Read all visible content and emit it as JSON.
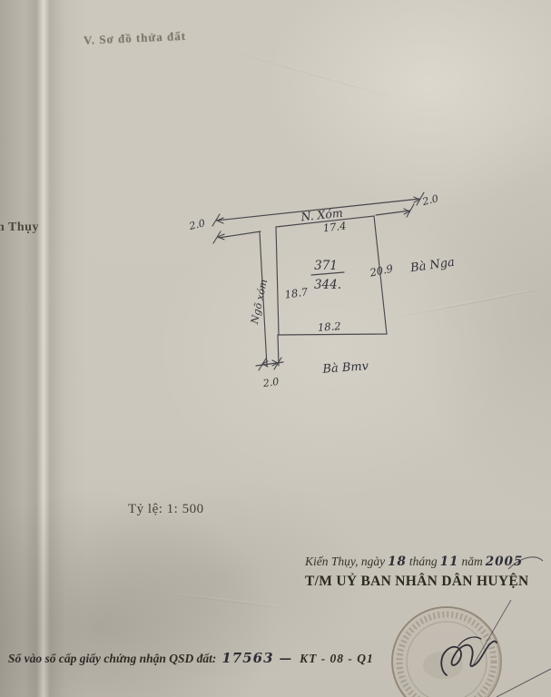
{
  "document": {
    "section_heading": "V. Sơ đồ thửa đất",
    "left_edge_text": "n Thụy",
    "scale_label": "Tỷ lệ: 1: 500",
    "signature_block": {
      "place_date": {
        "prefix": "Kiến Thụy, ngày",
        "day": "18",
        "month_label": "tháng",
        "month": "11",
        "year_label": "năm",
        "year": "2005"
      },
      "authority": "T/M UỶ BAN NHÂN DÂN HUYỆN"
    },
    "footer": {
      "prefix": "Sổ vào sổ cấp giấy chứng nhận QSD đất:",
      "book_number": "17563",
      "separator": "—",
      "code": "KT - 08 - Q1"
    }
  },
  "diagram": {
    "labels": {
      "road_name": "N. Xóm",
      "alley_name": "Ngõ xóm",
      "north_length": "17.4",
      "west_length": "18.7",
      "south_length": "18.2",
      "east_length": "20.9",
      "road_width_left": "2.0",
      "road_width_right": "2.0",
      "alley_width": "2.0",
      "parcel_number": "371",
      "parcel_area": "344.",
      "neighbor_east": "Bà Nga",
      "neighbor_south": "Bà Bmv"
    }
  },
  "colors": {
    "paper": "#ccc7bd",
    "ink": "#3a3940",
    "print": "#2c2921",
    "stamp": "#7a6a56"
  }
}
